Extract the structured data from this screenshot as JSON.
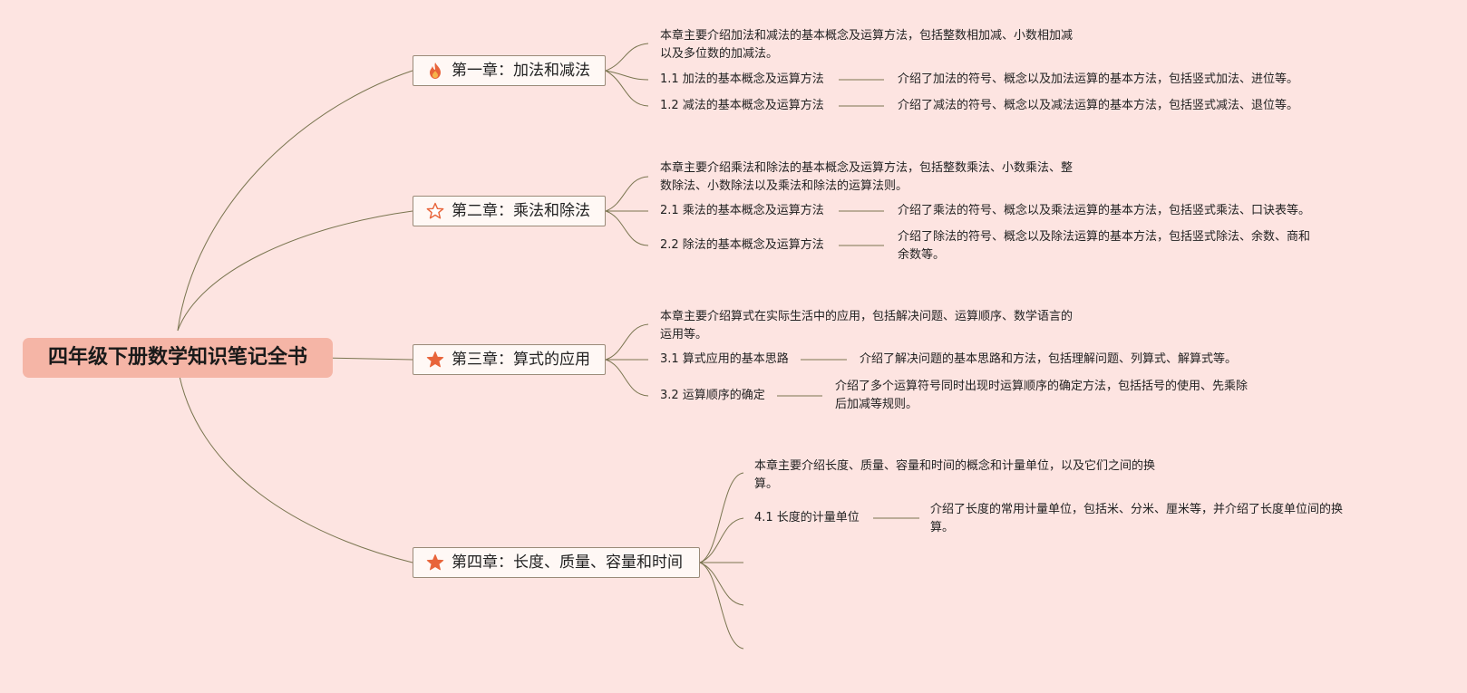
{
  "root": {
    "title": "四年级下册数学知识笔记全书"
  },
  "chapters": [
    {
      "title": "第一章：加法和减法",
      "icon": "fire-icon",
      "summary_lines": [
        "本章主要介绍加法和减法的基本概念及运算方法，包括整数相加减、小数相加减",
        "以及多位数的加减法。"
      ],
      "sections": [
        {
          "title": "1.1 加法的基本概念及运算方法",
          "desc_lines": [
            "介绍了加法的符号、概念以及加法运算的基本方法，包括竖式加法、进位等。"
          ]
        },
        {
          "title": "1.2 减法的基本概念及运算方法",
          "desc_lines": [
            "介绍了减法的符号、概念以及减法运算的基本方法，包括竖式减法、退位等。"
          ]
        }
      ]
    },
    {
      "title": "第二章：乘法和除法",
      "icon": "star-outline-icon",
      "summary_lines": [
        "本章主要介绍乘法和除法的基本概念及运算方法，包括整数乘法、小数乘法、整",
        "数除法、小数除法以及乘法和除法的运算法则。"
      ],
      "sections": [
        {
          "title": "2.1 乘法的基本概念及运算方法",
          "desc_lines": [
            "介绍了乘法的符号、概念以及乘法运算的基本方法，包括竖式乘法、口诀表等。"
          ]
        },
        {
          "title": "2.2 除法的基本概念及运算方法",
          "desc_lines": [
            "介绍了除法的符号、概念以及除法运算的基本方法，包括竖式除法、余数、商和",
            "余数等。"
          ]
        }
      ]
    },
    {
      "title": "第三章：算式的应用",
      "icon": "star-filled-icon",
      "summary_lines": [
        "本章主要介绍算式在实际生活中的应用，包括解决问题、运算顺序、数学语言的",
        "运用等。"
      ],
      "sections": [
        {
          "title": "3.1 算式应用的基本思路",
          "desc_lines": [
            "介绍了解决问题的基本思路和方法，包括理解问题、列算式、解算式等。"
          ]
        },
        {
          "title": "3.2 运算顺序的确定",
          "desc_lines": [
            "介绍了多个运算符号同时出现时运算顺序的确定方法，包括括号的使用、先乘除",
            "后加减等规则。"
          ]
        }
      ]
    },
    {
      "title": "第四章：长度、质量、容量和时间",
      "icon": "star-filled-icon",
      "summary_lines": [
        "本章主要介绍长度、质量、容量和时间的概念和计量单位，以及它们之间的换",
        "算。"
      ],
      "sections": [
        {
          "title": "4.1 长度的计量单位",
          "desc_lines": [
            "介绍了长度的常用计量单位，包括米、分米、厘米等，并介绍了长度单位间的换",
            "算。"
          ]
        }
      ]
    }
  ],
  "colors": {
    "background": "#fde4e1",
    "root_fill": "#f5b5a6",
    "line": "#7a7550",
    "icon_orange": "#e8643a"
  }
}
